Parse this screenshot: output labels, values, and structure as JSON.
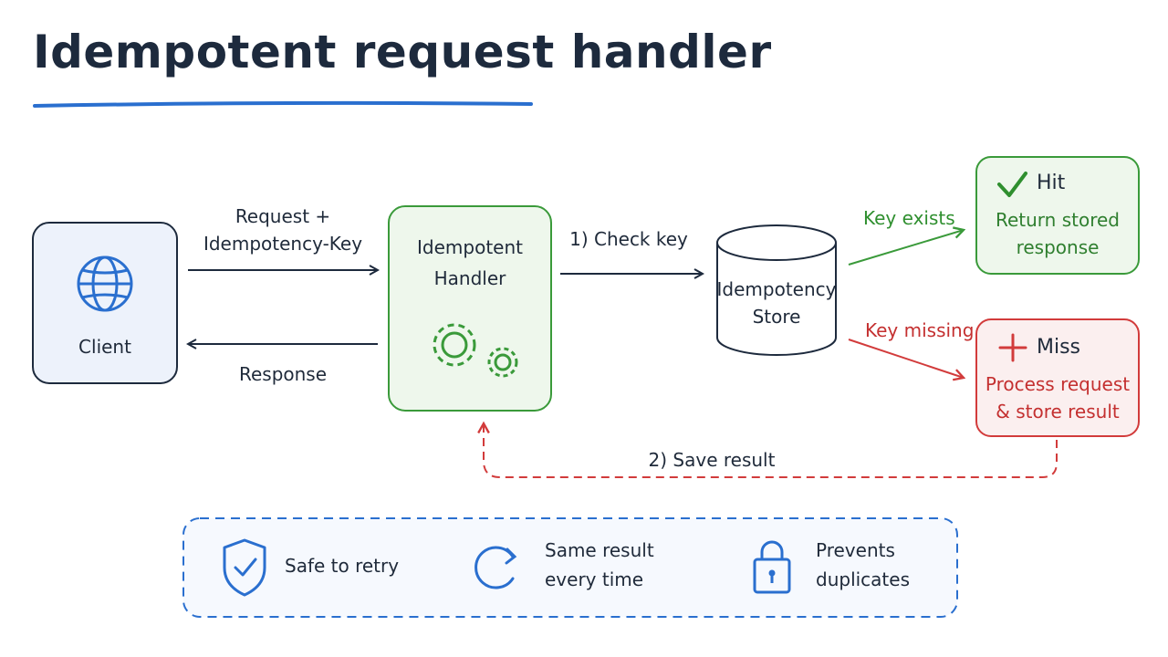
{
  "title": "Idempotent request handler",
  "nodes": {
    "client": {
      "label": "Client",
      "icon": "globe-icon"
    },
    "handler": {
      "label_line1": "Idempotent",
      "label_line2": "Handler",
      "icon": "gears-icon"
    },
    "store": {
      "label_line1": "Idempotency",
      "label_line2": "Store"
    },
    "hit": {
      "title": "Hit",
      "line1": "Return stored",
      "line2": "response",
      "icon": "checkmark-icon"
    },
    "miss": {
      "title": "Miss",
      "line1": "Process request",
      "line2": "& store result",
      "icon": "plus-icon"
    }
  },
  "edges": {
    "request_line1": "Request +",
    "request_line2": "Idempotency-Key",
    "response": "Response",
    "check_key": "1) Check key",
    "key_exists": "Key exists",
    "key_missing": "Key missing",
    "save_result": "2) Save result"
  },
  "benefits": [
    {
      "icon": "shield-check-icon",
      "line1": "Safe to retry",
      "line2": ""
    },
    {
      "icon": "refresh-icon",
      "line1": "Same result",
      "line2": "every time"
    },
    {
      "icon": "lock-icon",
      "line1": "Prevents",
      "line2": "duplicates"
    }
  ],
  "colors": {
    "blue": "#2a6fcf",
    "green": "#3a9a3a",
    "red": "#d23b3b",
    "dark": "#1d2a3d"
  }
}
